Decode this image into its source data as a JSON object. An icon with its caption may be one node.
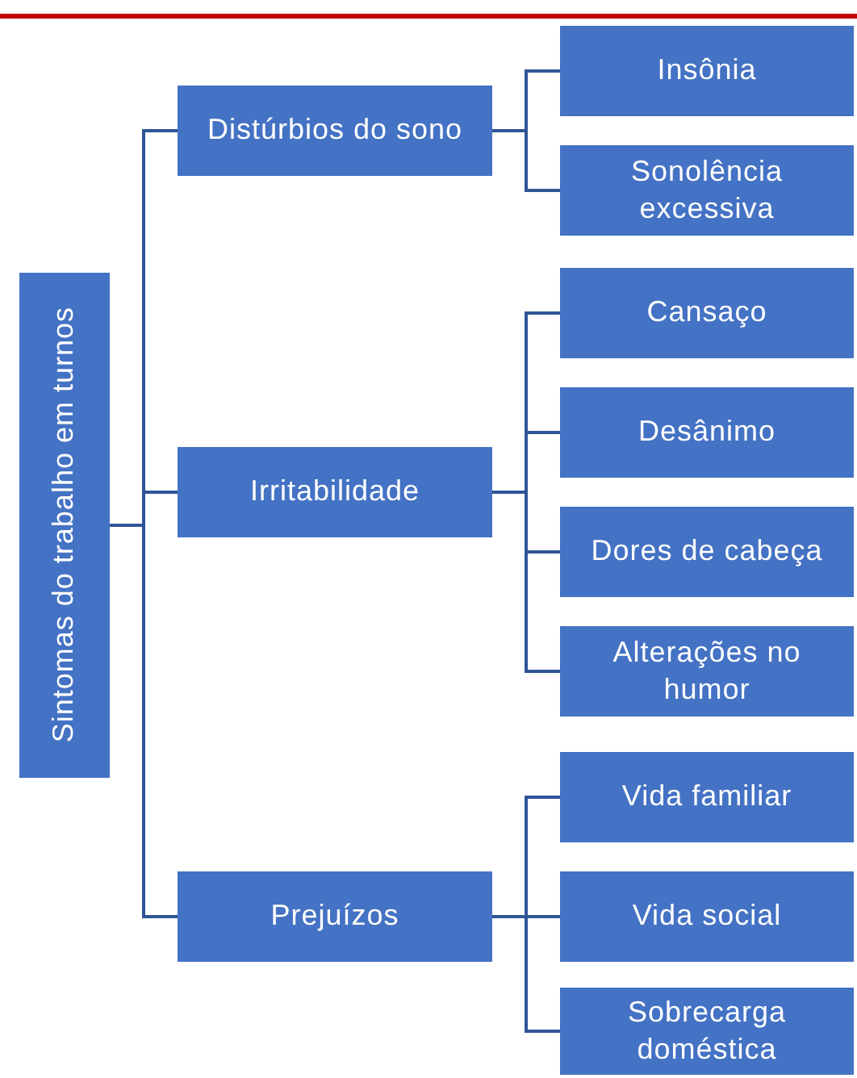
{
  "diagram": {
    "nodes": [
      {
        "text": [
          "Sintomas do trabalho em turnos"
        ]
      },
      {
        "text": [
          "Distúrbios do sono"
        ]
      },
      {
        "text": [
          "Insônia"
        ]
      },
      {
        "text": [
          "Sonolência excessiva"
        ]
      },
      {
        "text": [
          "Irritabilidade"
        ]
      },
      {
        "text": [
          "Cansaço"
        ]
      },
      {
        "text": [
          "Desânimo"
        ]
      },
      {
        "text": [
          "Dores de cabeça"
        ]
      },
      {
        "text": [
          "Alterações no humor"
        ]
      },
      {
        "text": [
          "Prejuízos"
        ]
      },
      {
        "text": [
          "Vida familiar"
        ]
      },
      {
        "text": [
          "Vida social"
        ]
      },
      {
        "text": [
          "Sobrecarga doméstica"
        ]
      }
    ],
    "edges": [
      {
        "from": 0,
        "to": 1,
        "arrow": "none"
      },
      {
        "from": 0,
        "to": 4,
        "arrow": "none"
      },
      {
        "from": 0,
        "to": 9,
        "arrow": "none"
      },
      {
        "from": 1,
        "to": 2,
        "arrow": "none"
      },
      {
        "from": 1,
        "to": 3,
        "arrow": "none"
      },
      {
        "from": 4,
        "to": 5,
        "arrow": "none"
      },
      {
        "from": 4,
        "to": 6,
        "arrow": "none"
      },
      {
        "from": 4,
        "to": 7,
        "arrow": "none"
      },
      {
        "from": 4,
        "to": 8,
        "arrow": "none"
      },
      {
        "from": 9,
        "to": 10,
        "arrow": "none"
      },
      {
        "from": 9,
        "to": 11,
        "arrow": "none"
      },
      {
        "from": 9,
        "to": 12,
        "arrow": "none"
      }
    ]
  }
}
